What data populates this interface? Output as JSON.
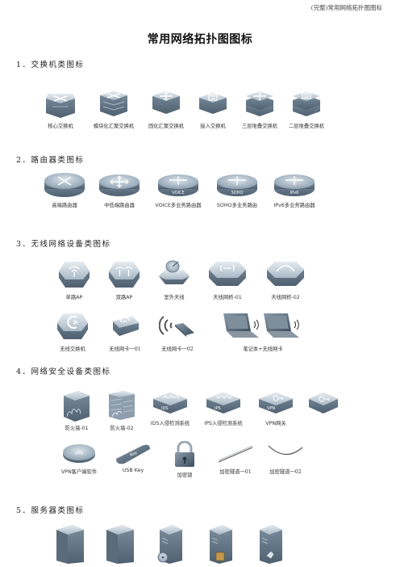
{
  "header": {
    "text": "(完整)常用网络拓扑图图标"
  },
  "title": "常用网络拓扑图图标",
  "sections": [
    {
      "heading": "1．交换机类图标",
      "items": [
        "核心交换机",
        "模块化汇聚交换机",
        "固化汇聚交换机",
        "接入交换机",
        "三层堆叠交换机",
        "二层堆叠交换机"
      ]
    },
    {
      "heading": "2．路由器类图标",
      "items": [
        "高端路由器",
        "中低端路由器",
        "VOICE多业务路由器",
        "SOHO多业务路由",
        "IPv6多业务路由器"
      ],
      "badges": [
        "VOICE",
        "SOHO",
        "IPv6"
      ]
    },
    {
      "heading": "3．无线网络设备类图标",
      "row1": [
        "单路AP",
        "双路AP",
        "室外天线",
        "天线网桥-01",
        "天线网桥-02"
      ],
      "row2": [
        "无线交换机",
        "无线网卡一01",
        "无线网卡一02",
        "笔记本+无线网卡"
      ]
    },
    {
      "heading": "4．网络安全设备类图标",
      "row1": [
        "防火墙-01",
        "防火墙-02",
        "IDS入侵检测系统",
        "IPS入侵检测系统",
        "VPN网关",
        ""
      ],
      "row2": [
        "VPN客户端软件",
        "USB Key",
        "加密锁",
        "加密隧道一01",
        "加密隧道一02"
      ],
      "badges": {
        "ids": "IDS",
        "ips": "IPS",
        "vpn": "VPN",
        "key": "Key"
      }
    },
    {
      "heading": "5．服务器类图标"
    }
  ],
  "colors": {
    "device_top": "#c8d3dc",
    "device_side": "#6e8191",
    "device_dark": "#4d5f6e",
    "arrow": "#ffffff"
  }
}
